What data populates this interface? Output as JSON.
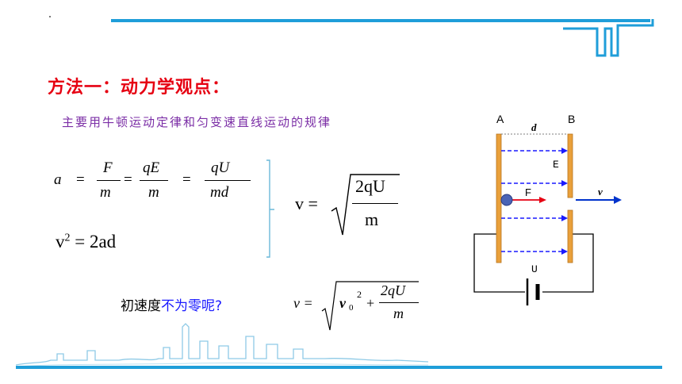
{
  "heading": "方法一：动力学观点：",
  "subheading": "主要用牛顿运动定律和匀变速直线运动的规律",
  "formula1": {
    "a": "a",
    "eq1": "=",
    "F": "F",
    "m1": "m",
    "eq2": "=",
    "qE": "qE",
    "m2": "m",
    "eq3": "=",
    "qU": "qU",
    "md": "md"
  },
  "formula2": {
    "lhs": "v",
    "exp": "2",
    "rhs": "= 2ad"
  },
  "formula3": {
    "lhs": "v =",
    "num": "2qU",
    "den": "m"
  },
  "question": {
    "plain": "初速度",
    "highlight": "不为零呢?"
  },
  "formula4": {
    "lhs": "v =",
    "v0": "v",
    "sub": "0",
    "exp": "2",
    "plus": "+",
    "num": "2qU",
    "den": "m"
  },
  "diagram": {
    "plate_a": "A",
    "plate_b": "B",
    "distance": "d",
    "field": "E",
    "force": "F",
    "velocity": "v",
    "voltage": "U",
    "colors": {
      "plate": "#e9a03b",
      "field": "#1a1aff",
      "force": "#e60012",
      "velocity": "#0033cc",
      "charge": "#4a63b5"
    }
  }
}
